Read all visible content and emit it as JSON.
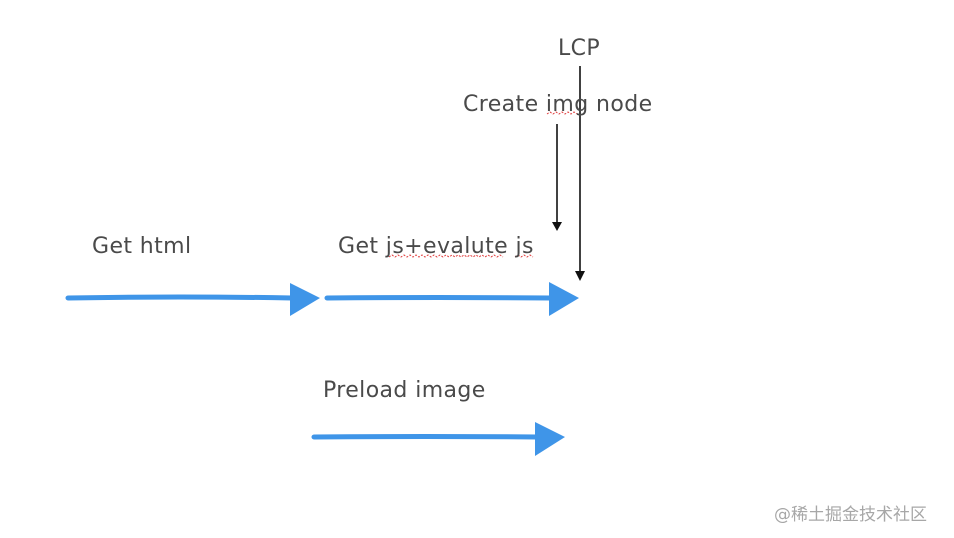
{
  "labels": {
    "lcp": "LCP",
    "create_img_node": "Create img node",
    "get_html": "Get html",
    "get_js": "Get js+evalute js",
    "preload_image": "Preload image"
  },
  "watermark": "@稀土掘金技术社区",
  "colors": {
    "arrow_blue": "#3f95e8",
    "marker_black": "#111111",
    "text": "#4a4a4a",
    "spellcheck_red": "#e03b3b",
    "watermark": "#a7a7a7"
  }
}
